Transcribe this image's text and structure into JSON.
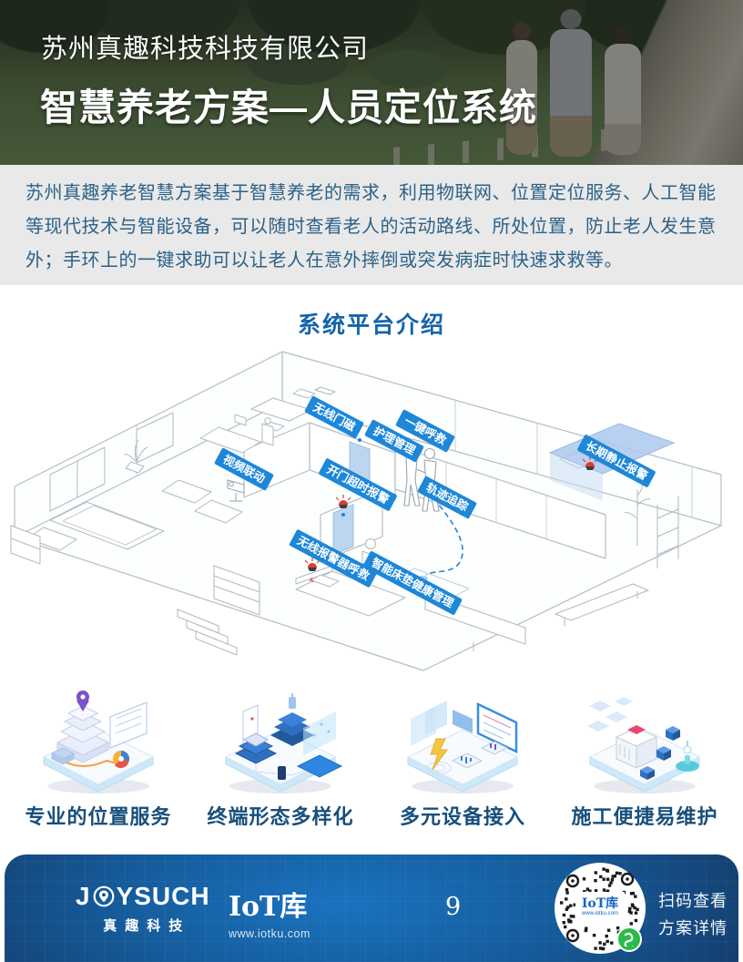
{
  "hero": {
    "company": "苏州真趣科技科技有限公司",
    "title": "智慧养老方案—人员定位系统"
  },
  "intro": {
    "text": "苏州真趣养老智慧方案基于智慧养老的需求，利用物联网、位置定位服务、人工智能等现代技术与智能设备，可以随时查看老人的活动路线、所处位置，防止老人发生意外；手环上的一键求助可以让老人在意外摔倒或突发病症时快速求救等。"
  },
  "section": {
    "title": "系统平台介绍"
  },
  "floorplan": {
    "tag_color": "#1e87d8",
    "labels": [
      {
        "text": "无线门磁"
      },
      {
        "text": "护理管理"
      },
      {
        "text": "一键呼救"
      },
      {
        "text": "视频联动"
      },
      {
        "text": "开门超时报警"
      },
      {
        "text": "轨迹追踪"
      },
      {
        "text": "长期静止报警"
      },
      {
        "text": "无线报警器呼救"
      },
      {
        "text": "智能床垫健康管理"
      }
    ]
  },
  "features": [
    {
      "label": "专业的位置服务"
    },
    {
      "label": "终端形态多样化"
    },
    {
      "label": "多元设备接入"
    },
    {
      "label": "施工便捷易维护"
    }
  ],
  "footer": {
    "brand_part1": "J",
    "brand_part2": "YSUCH",
    "brand_cn": "真趣科技",
    "iot_logo": "IoT库",
    "iot_url": "www.iotku.com",
    "page_number": "9",
    "qr_brand": "IoT库",
    "qr_url": "www.iotku.com",
    "scan_line1": "扫码查看",
    "scan_line2": "方案详情"
  },
  "colors": {
    "tag_blue": "#1e87d8",
    "heading_blue": "#1464a8",
    "body_text_blue": "#2c6288",
    "feature_label_blue": "#174f7c",
    "footer_navy": "#132f55",
    "footer_bright": "#1a73c0",
    "alarm_red": "#e03b2f",
    "highlight_blue": "#b9d3f1"
  }
}
